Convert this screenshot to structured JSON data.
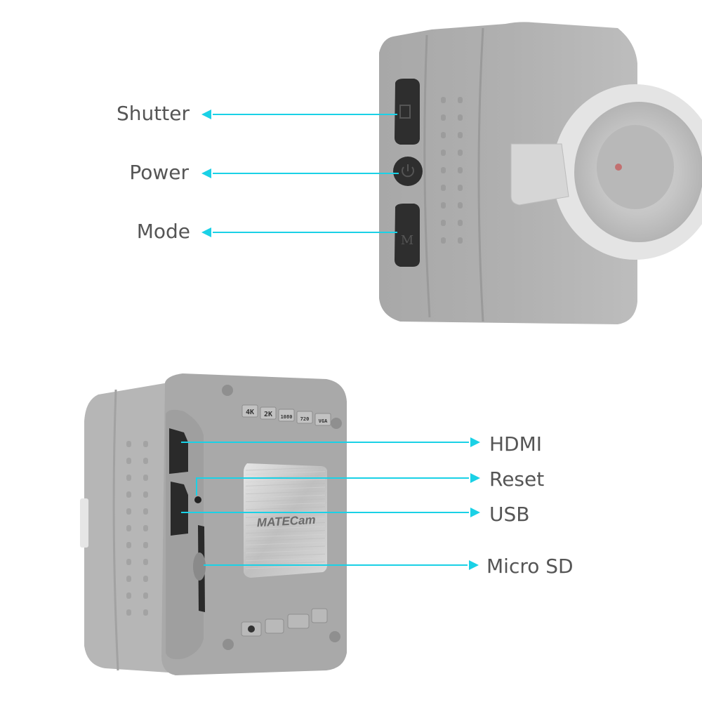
{
  "colors": {
    "callout": "#1ad1e6",
    "label_text": "#555555",
    "camera_body": "#a9a9a9",
    "button": "#2e2e2e",
    "plate": "#c9c9c9"
  },
  "camera_top": {
    "callouts": [
      {
        "id": "shutter",
        "label": "Shutter"
      },
      {
        "id": "power",
        "label": "Power"
      },
      {
        "id": "mode",
        "label": "Mode"
      }
    ],
    "button_glyph_mode": "M"
  },
  "camera_bottom": {
    "callouts": [
      {
        "id": "hdmi",
        "label": "HDMI"
      },
      {
        "id": "reset",
        "label": "Reset"
      },
      {
        "id": "usb",
        "label": "USB"
      },
      {
        "id": "microsd",
        "label": "Micro SD"
      }
    ],
    "resolution_badges": [
      "4K",
      "2K",
      "1080",
      "720",
      "VGA"
    ],
    "brand_text": "MATECam"
  }
}
